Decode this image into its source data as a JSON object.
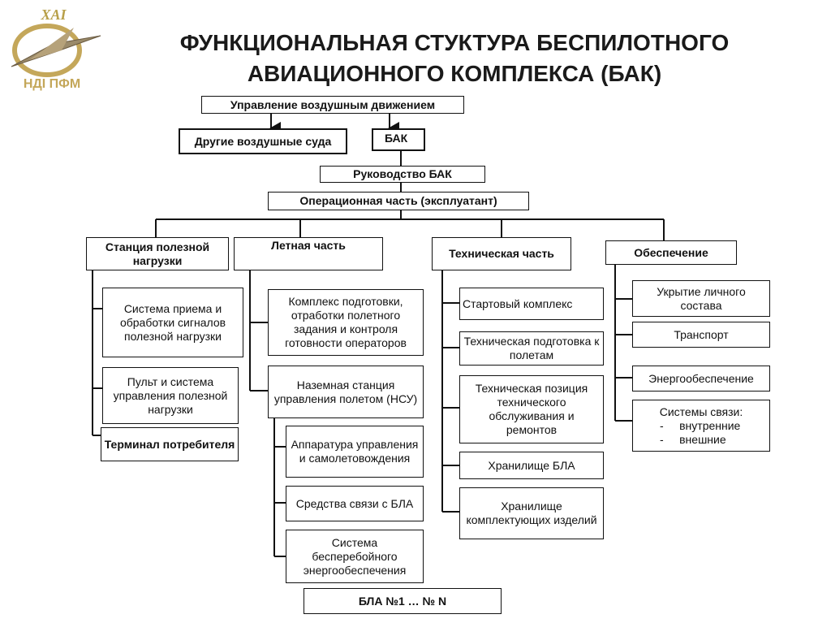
{
  "logo": {
    "top_text": "ХАІ",
    "bottom_text": "НДІ ПФМ"
  },
  "title": {
    "line1": "ФУНКЦИОНАЛЬНАЯ СТУКТУРА БЕСПИЛОТНОГО",
    "line2": "АВИАЦИОННОГО КОМПЛЕКСА (БАК)"
  },
  "nodes": {
    "atc": "Управление воздушным движением",
    "other_aircraft": "Другие воздушные суда",
    "bak": "БАК",
    "bak_management": "Руководство БАК",
    "operational": "Операционная часть (эксплуатант)",
    "payload_station": "Станция полезной нагрузки",
    "flight_part": "Летная часть",
    "technical_part": "Техническая часть",
    "support": "Обеспечение",
    "payload_receive": "Система приема и обработки сигналов полезной нагрузки",
    "payload_remote": "Пульт и система управления полезной нагрузки",
    "consumer_terminal": "Терминал потребителя",
    "training_complex": "Комплекс подготовки, отработки полетного задания и контроля готовности операторов",
    "ground_station": "Наземная станция управления полетом (НСУ)",
    "nav_equipment": "Аппаратура управления и самолетовождения",
    "comm_means": "Средства связи с БЛА",
    "ups": "Система бесперебойного энергообеспечения",
    "bla_range": "БЛА №1 … № N",
    "launch_complex": "Стартовый комплекс",
    "tech_preparation": "Техническая подготовка к полетам",
    "tech_position": "Техническая позиция технического обслуживания и ремонтов",
    "bla_storage": "Хранилище БЛА",
    "parts_storage": "Хранилище комплектующих изделий",
    "personnel_shelter": "Укрытие личного состава",
    "transport": "Транспорт",
    "power_supply": "Энергообеспечение",
    "comm_systems_title": "Системы связи:",
    "comm_internal": "-     внутренние",
    "comm_external": "-     внешние"
  }
}
